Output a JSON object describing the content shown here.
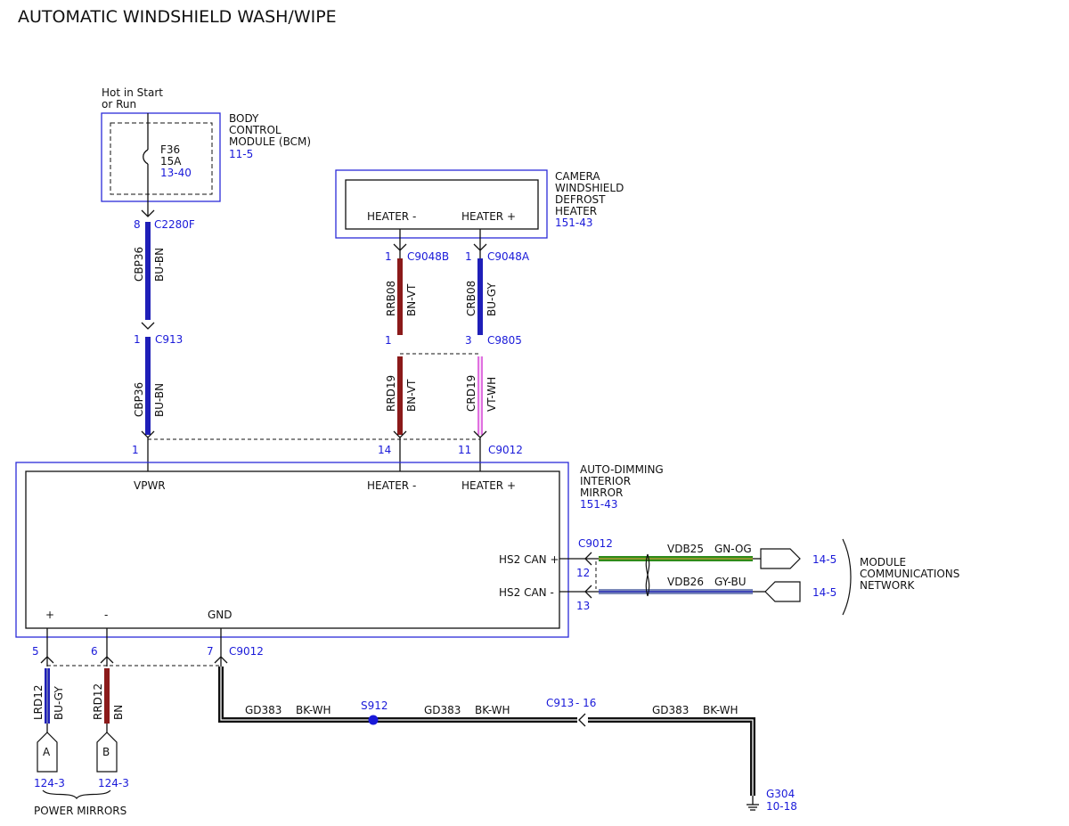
{
  "title": "AUTOMATIC WINDSHIELD WASH/WIPE",
  "colors": {
    "module_border": "#2b2bd9",
    "ref_text": "#1a1ad9",
    "wire_bu": "#1f1fb8",
    "wire_bn": "#8b1a1a",
    "wire_vt": "#e070e0",
    "wire_gn": "#2e8b1a",
    "wire_gy": "#7a88b8",
    "wire_bk": "#111111",
    "splice": "#1a1ad9"
  },
  "power_source": {
    "line1": "Hot in Start",
    "line2": "or Run"
  },
  "bcm": {
    "name1": "BODY",
    "name2": "CONTROL",
    "name3": "MODULE (BCM)",
    "ref": "11-5",
    "fuse": {
      "id": "F36",
      "rating": "15A",
      "ref": "13-40"
    }
  },
  "camera_heater": {
    "name1": "CAMERA",
    "name2": "WINDSHIELD",
    "name3": "DEFROST",
    "name4": "HEATER",
    "ref": "151-43",
    "pin_neg": "HEATER -",
    "pin_pos": "HEATER +"
  },
  "mirror": {
    "name1": "AUTO-DIMMING",
    "name2": "INTERIOR",
    "name3": "MIRROR",
    "ref": "151-43",
    "pin_vpwr": "VPWR",
    "pin_heater_neg": "HEATER -",
    "pin_heater_pos": "HEATER +",
    "pin_can_pos": "HS2 CAN +",
    "pin_can_neg": "HS2 CAN -",
    "pin_plus": "+",
    "pin_minus": "-",
    "pin_gnd": "GND"
  },
  "connectors": {
    "c2280f": {
      "pin": "8",
      "name": "C2280F"
    },
    "c913_top": {
      "pin": "1",
      "name": "C913"
    },
    "c9012_top": {
      "pin_vpwr": "1",
      "pin_heater_neg": "14",
      "pin_heater_pos": "11",
      "name": "C9012"
    },
    "c9048b": {
      "pin": "1",
      "name": "C9048B"
    },
    "c9048a": {
      "pin": "1",
      "name": "C9048A"
    },
    "c9805": {
      "pin_a": "1",
      "pin_b": "3",
      "name": "C9805"
    },
    "c9012_can": {
      "name": "C9012",
      "pin_pos": "12",
      "pin_neg": "13"
    },
    "c9012_bottom": {
      "pin_plus": "5",
      "pin_minus": "6",
      "pin_gnd": "7",
      "name": "C9012"
    },
    "c913_gnd": {
      "name": "C913",
      "pin": "- 16"
    }
  },
  "wires": {
    "cbp36_upper": {
      "circuit": "CBP36",
      "color": "BU-BN"
    },
    "cbp36_lower": {
      "circuit": "CBP36",
      "color": "BU-BN"
    },
    "rrb08": {
      "circuit": "RRB08",
      "color": "BN-VT"
    },
    "crb08": {
      "circuit": "CRB08",
      "color": "BU-GY"
    },
    "rrd19": {
      "circuit": "RRD19",
      "color": "BN-VT"
    },
    "crd19": {
      "circuit": "CRD19",
      "color": "VT-WH"
    },
    "vdb25": {
      "circuit": "VDB25",
      "color": "GN-OG"
    },
    "vdb26": {
      "circuit": "VDB26",
      "color": "GY-BU"
    },
    "lrd12": {
      "circuit": "LRD12",
      "color": "BU-GY"
    },
    "rrd12": {
      "circuit": "RRD12",
      "color": "BN"
    },
    "gd383_a": {
      "circuit": "GD383",
      "color": "BK-WH"
    },
    "gd383_b": {
      "circuit": "GD383",
      "color": "BK-WH"
    },
    "gd383_c": {
      "circuit": "GD383",
      "color": "BK-WH"
    }
  },
  "splice": {
    "name": "S912"
  },
  "can_refs": {
    "pos_ref": "14-5",
    "neg_ref": "14-5"
  },
  "network": {
    "line1": "MODULE",
    "line2": "COMMUNICATIONS",
    "line3": "NETWORK"
  },
  "mirror_connectors": {
    "a_label": "A",
    "a_ref": "124-3",
    "b_label": "B",
    "b_ref": "124-3",
    "group": "POWER MIRRORS"
  },
  "ground": {
    "name": "G304",
    "ref": "10-18"
  }
}
